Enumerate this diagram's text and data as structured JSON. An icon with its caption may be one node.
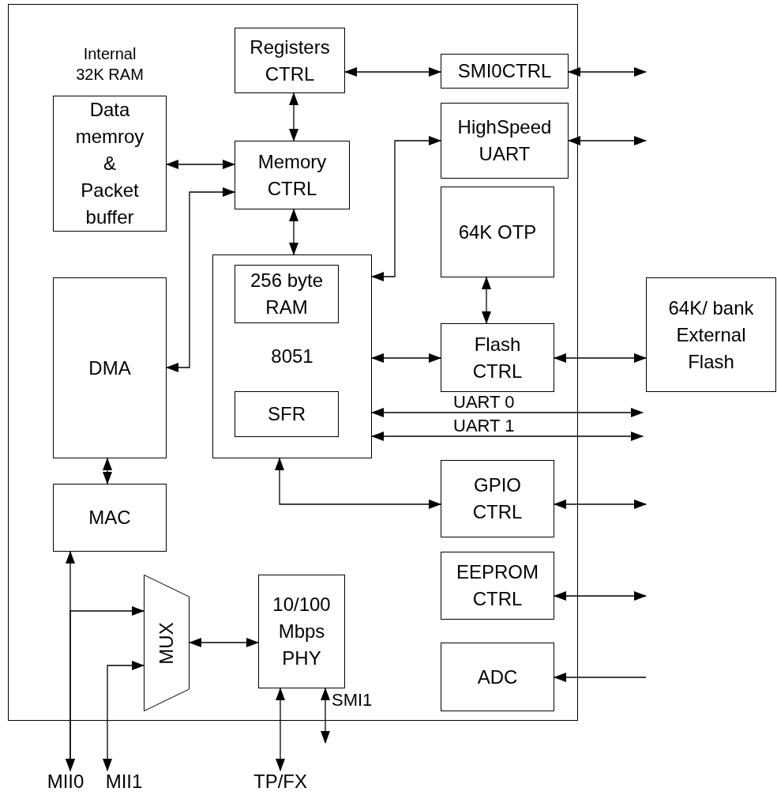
{
  "diagram": {
    "nodes": [
      {
        "text": [],
        "shape": "box"
      },
      {
        "text": [
          "Registers CTRL"
        ],
        "in": 0
      },
      {
        "text": [
          "SMI0CTRL"
        ],
        "in": 0
      },
      {
        "text": [
          "Data memroy & Packet buffer"
        ],
        "in": 0,
        "beside": [
          "Internal 32K RAM"
        ]
      },
      {
        "text": [
          "HighSpeed UART"
        ],
        "in": 0
      },
      {
        "text": [
          "Memory CTRL"
        ],
        "in": 0
      },
      {
        "text": [
          "64K OTP"
        ],
        "in": 0
      },
      {
        "text": [
          "8051"
        ],
        "in": 0
      },
      {
        "text": [
          "256 byte RAM"
        ],
        "in": 7
      },
      {
        "text": [
          "SFR"
        ],
        "in": 7
      },
      {
        "text": [
          "64K/ bank External Flash"
        ]
      },
      {
        "text": [
          "DMA"
        ],
        "in": 0
      },
      {
        "text": [
          "Flash CTRL"
        ],
        "in": 0
      },
      {
        "text": [
          "GPIO CTRL"
        ],
        "in": 0
      },
      {
        "text": [
          "MAC"
        ],
        "in": 0
      },
      {
        "text": [
          "EEPROM CTRL"
        ],
        "in": 0
      },
      {
        "text": [
          "MUX"
        ],
        "in": 0
      },
      {
        "text": [
          "10/100 Mbps PHY"
        ],
        "in": 0
      },
      {
        "text": [
          "ADC"
        ],
        "in": 0
      },
      {
        "text": [
          "MII0"
        ]
      },
      {
        "text": [
          "MII1"
        ]
      },
      {
        "text": [
          "TP/FX"
        ]
      }
    ],
    "edges": [
      {
        "from": 1,
        "to": 2,
        "arrow": "both"
      },
      {
        "from": 2,
        "to": null,
        "arrow": "both"
      },
      {
        "from": 1,
        "to": 5,
        "arrow": "both"
      },
      {
        "from": 3,
        "to": 5,
        "arrow": "both"
      },
      {
        "from": 11,
        "to": 5,
        "arrow": "both"
      },
      {
        "from": 5,
        "to": 7,
        "arrow": "both"
      },
      {
        "from": 7,
        "to": 4,
        "arrow": "both"
      },
      {
        "from": 4,
        "to": null,
        "arrow": "both"
      },
      {
        "from": 6,
        "to": 12,
        "arrow": "both"
      },
      {
        "from": 7,
        "to": 12,
        "arrow": "both"
      },
      {
        "from": 12,
        "to": 10,
        "arrow": "both"
      },
      {
        "from": 7,
        "to": null,
        "arrow": "both",
        "label": "UART 0"
      },
      {
        "from": 7,
        "to": null,
        "arrow": "both",
        "label": "UART 1"
      },
      {
        "from": 7,
        "to": 13,
        "arrow": "both"
      },
      {
        "from": 13,
        "to": null,
        "arrow": "both"
      },
      {
        "from": 15,
        "to": null,
        "arrow": "both"
      },
      {
        "from": null,
        "to": 18,
        "arrow": "to"
      },
      {
        "from": 11,
        "to": 14,
        "arrow": "both"
      },
      {
        "from": 14,
        "to": 19,
        "arrow": "both"
      },
      {
        "from": 19,
        "to": 16,
        "arrow": "both"
      },
      {
        "from": 20,
        "to": 16,
        "arrow": "both"
      },
      {
        "from": 16,
        "to": 17,
        "arrow": "both"
      },
      {
        "from": 17,
        "to": 21,
        "arrow": "both"
      },
      {
        "from": 17,
        "to": null,
        "arrow": "both",
        "label": "SMI1"
      }
    ]
  }
}
